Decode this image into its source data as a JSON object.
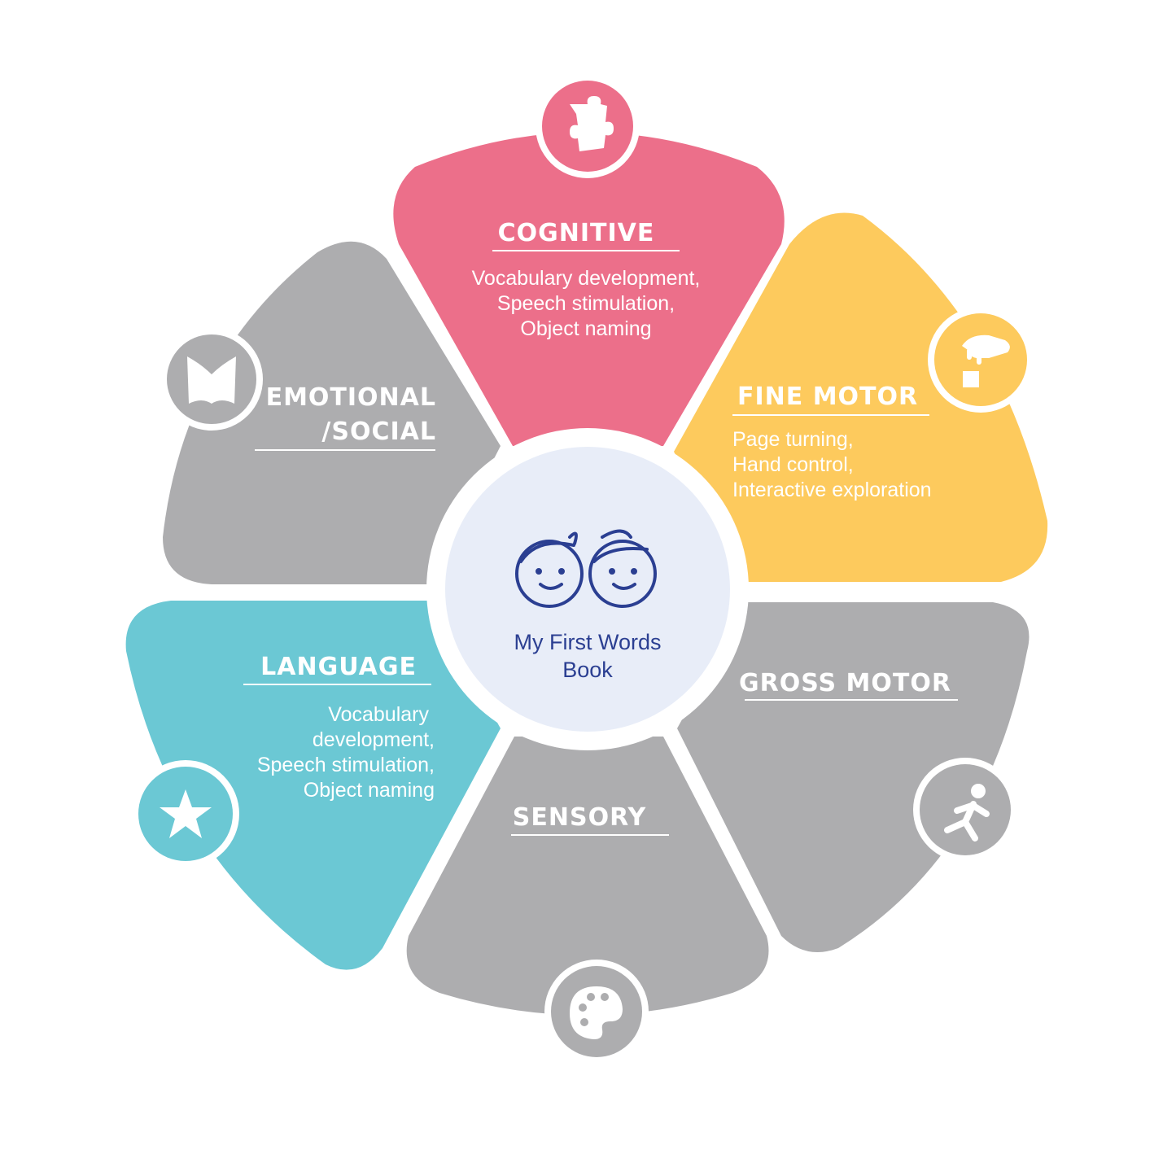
{
  "center": {
    "title_line1": "My First Words",
    "title_line2": "Book",
    "icon": "kids-faces-icon"
  },
  "colors": {
    "cognitive": "#ec6f8a",
    "fine_motor": "#fdca5d",
    "gross_motor": "#adadaf",
    "sensory": "#adadaf",
    "language": "#6bc8d4",
    "emotional": "#adadaf",
    "center_fill": "#e8edf8",
    "center_text": "#2b3f92"
  },
  "segments": {
    "cognitive": {
      "heading": "COGNITIVE",
      "lines": [
        "Vocabulary development,",
        "Speech stimulation,",
        "Object naming"
      ],
      "icon": "puzzle-icon"
    },
    "fine_motor": {
      "heading": "FINE MOTOR",
      "lines": [
        "Page turning,",
        "Hand control,",
        "Interactive exploration"
      ],
      "icon": "hand-block-icon"
    },
    "gross_motor": {
      "heading": "GROSS MOTOR",
      "icon": "running-person-icon"
    },
    "sensory": {
      "heading": "SENSORY",
      "icon": "palette-icon"
    },
    "language": {
      "heading": "LANGUAGE",
      "lines": [
        "Vocabulary",
        "development,",
        "Speech stimulation,",
        "Object naming"
      ],
      "icon": "star-icon"
    },
    "emotional": {
      "heading_line1": "EMOTIONAL",
      "heading_line2": "/SOCIAL",
      "icon": "book-icon"
    }
  }
}
